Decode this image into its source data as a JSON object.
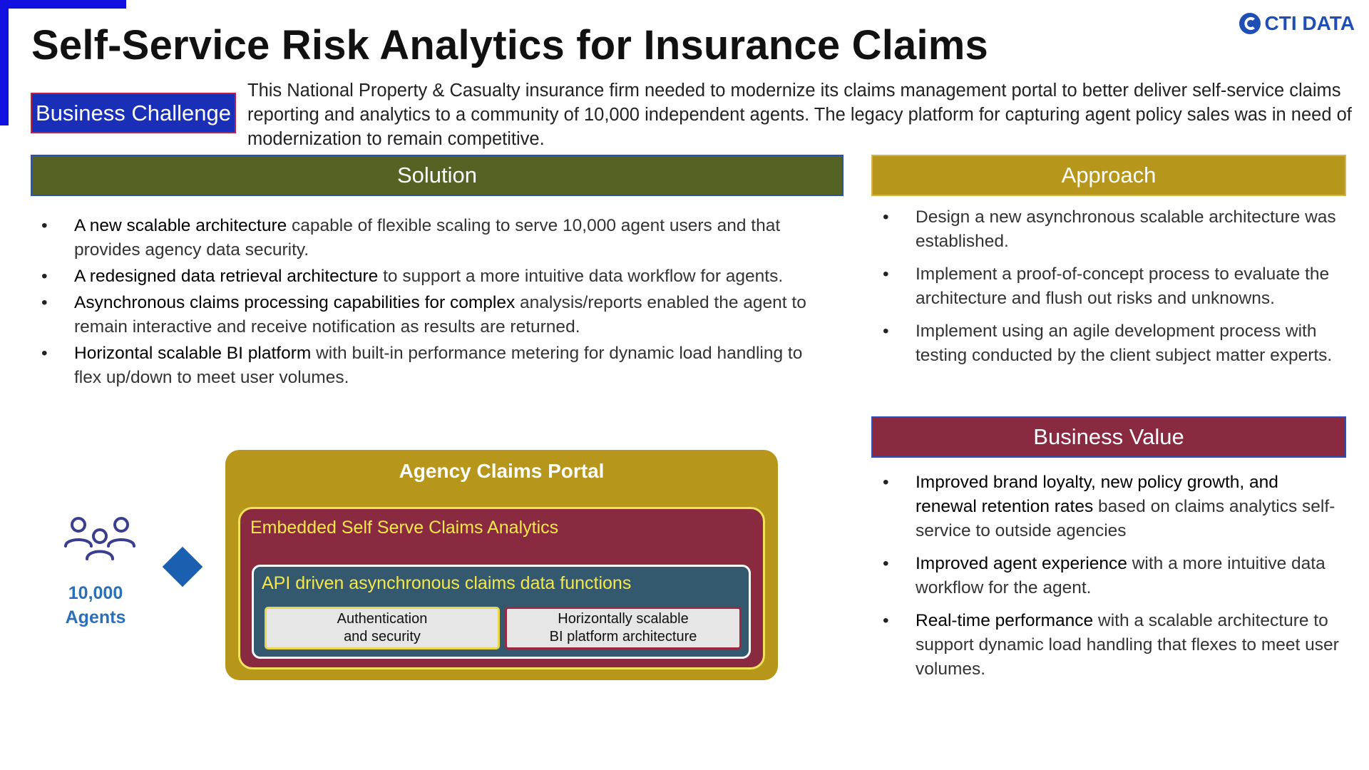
{
  "header": {
    "title": "Self-Service Risk Analytics for Insurance Claims",
    "logo_text": "CTI DATA",
    "accent_color": "#1010e0"
  },
  "business_challenge": {
    "label": "Business Challenge",
    "text": "This National Property & Casualty insurance firm needed to modernize its claims management portal to better deliver self-service claims reporting and analytics to a community of 10,000 independent agents.  The legacy platform for capturing agent policy sales was in need of modernization to remain competitive."
  },
  "solution": {
    "heading": "Solution",
    "color": "#546323",
    "items": [
      {
        "bold": "A new scalable architecture",
        "rest": " capable of flexible scaling to serve 10,000 agent users and that provides agency data security."
      },
      {
        "bold": "A redesigned data retrieval architecture",
        "rest": " to support a more intuitive data workflow for agents."
      },
      {
        "bold": "Asynchronous claims processing capabilities for complex",
        "rest": " analysis/reports enabled the agent to remain interactive and receive notification as results are returned."
      },
      {
        "bold": "Horizontal scalable BI platform",
        "rest": " with built-in performance metering for dynamic load handling to flex up/down to meet user volumes."
      }
    ]
  },
  "approach": {
    "heading": "Approach",
    "color": "#b7971b",
    "items": [
      "Design a new asynchronous scalable architecture was established.",
      "Implement a proof-of-concept process to evaluate the architecture and flush out risks and unknowns.",
      "Implement using an agile development process with testing conducted by the client subject matter experts."
    ]
  },
  "business_value": {
    "heading": "Business Value",
    "color": "#8a2a40",
    "items": [
      {
        "bold": "Improved brand loyalty, new policy growth, and renewal retention rates",
        "rest": " based on claims analytics self-service to outside agencies"
      },
      {
        "bold": "Improved agent experience",
        "rest": " with a more intuitive data workflow for the agent."
      },
      {
        "bold": "Real-time performance",
        "rest": " with a scalable architecture to support dynamic load handling that flexes to meet user volumes."
      }
    ]
  },
  "diagram": {
    "agents_count": "10,000",
    "agents_label": "Agents",
    "agents_icon": "people-group-icon",
    "portal_title": "Agency Claims Portal",
    "embedded_title": "Embedded Self Serve Claims Analytics",
    "api_title": "API driven asynchronous claims data functions",
    "auth_box": "Authentication\nand security",
    "bi_box": "Horizontally scalable\nBI platform architecture"
  }
}
